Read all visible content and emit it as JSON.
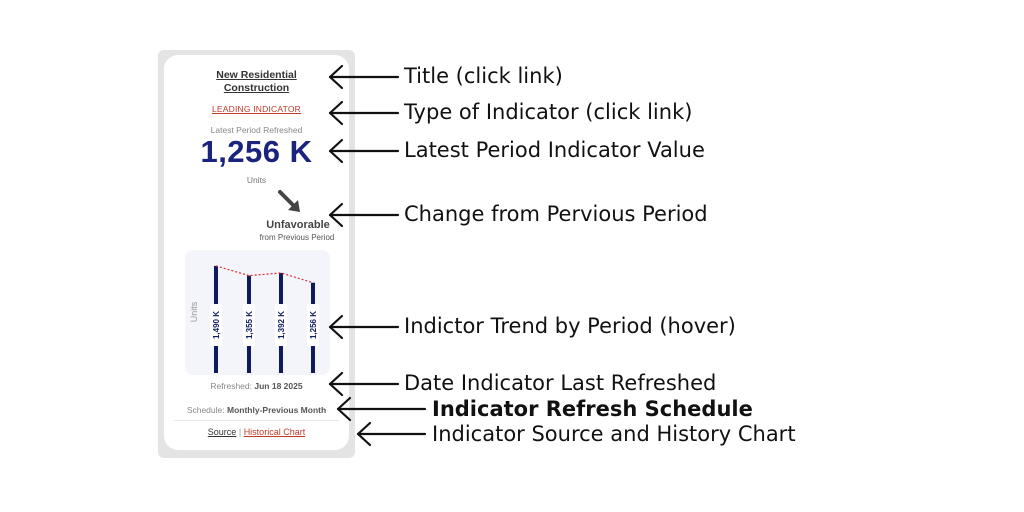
{
  "widget": {
    "title_line1": "New Residential",
    "title_line2": "Construction",
    "indicator_type": "LEADING INDICATOR",
    "latest_label": "Latest Period Refreshed",
    "value": "1,256 K",
    "units": "Units",
    "change_status": "Unfavorable",
    "change_sub": "from Previous Period",
    "refreshed_label": "Refreshed:",
    "refreshed_date": "Jun 18 2025",
    "schedule_label": "Schedule:",
    "schedule_value": "Monthly-Previous Month",
    "source_link": "Source",
    "separator": "|",
    "history_link": "Historical Chart",
    "colors": {
      "value": "#1a237e",
      "link_red": "#c0392b",
      "bar": "#0d1b5e",
      "trend_line": "#d32f2f"
    }
  },
  "chart_data": {
    "type": "bar",
    "ylabel": "Units",
    "series": [
      {
        "values": [
          1490,
          1355,
          1392,
          1256
        ],
        "labels": [
          "1,490 K",
          "1,355 K",
          "1,392 K",
          "1,256 K"
        ]
      }
    ],
    "trend_line": "dashed",
    "grid": false,
    "ylim": [
      0,
      1600
    ]
  },
  "annotations": [
    "Title (click link)",
    "Type of Indicator (click link)",
    "Latest Period Indicator Value",
    "Change from Pervious Period",
    "Indictor Trend by Period (hover)",
    "Date Indicator Last Refreshed",
    "Indicator Refresh Schedule",
    "Indicator Source and History Chart"
  ]
}
